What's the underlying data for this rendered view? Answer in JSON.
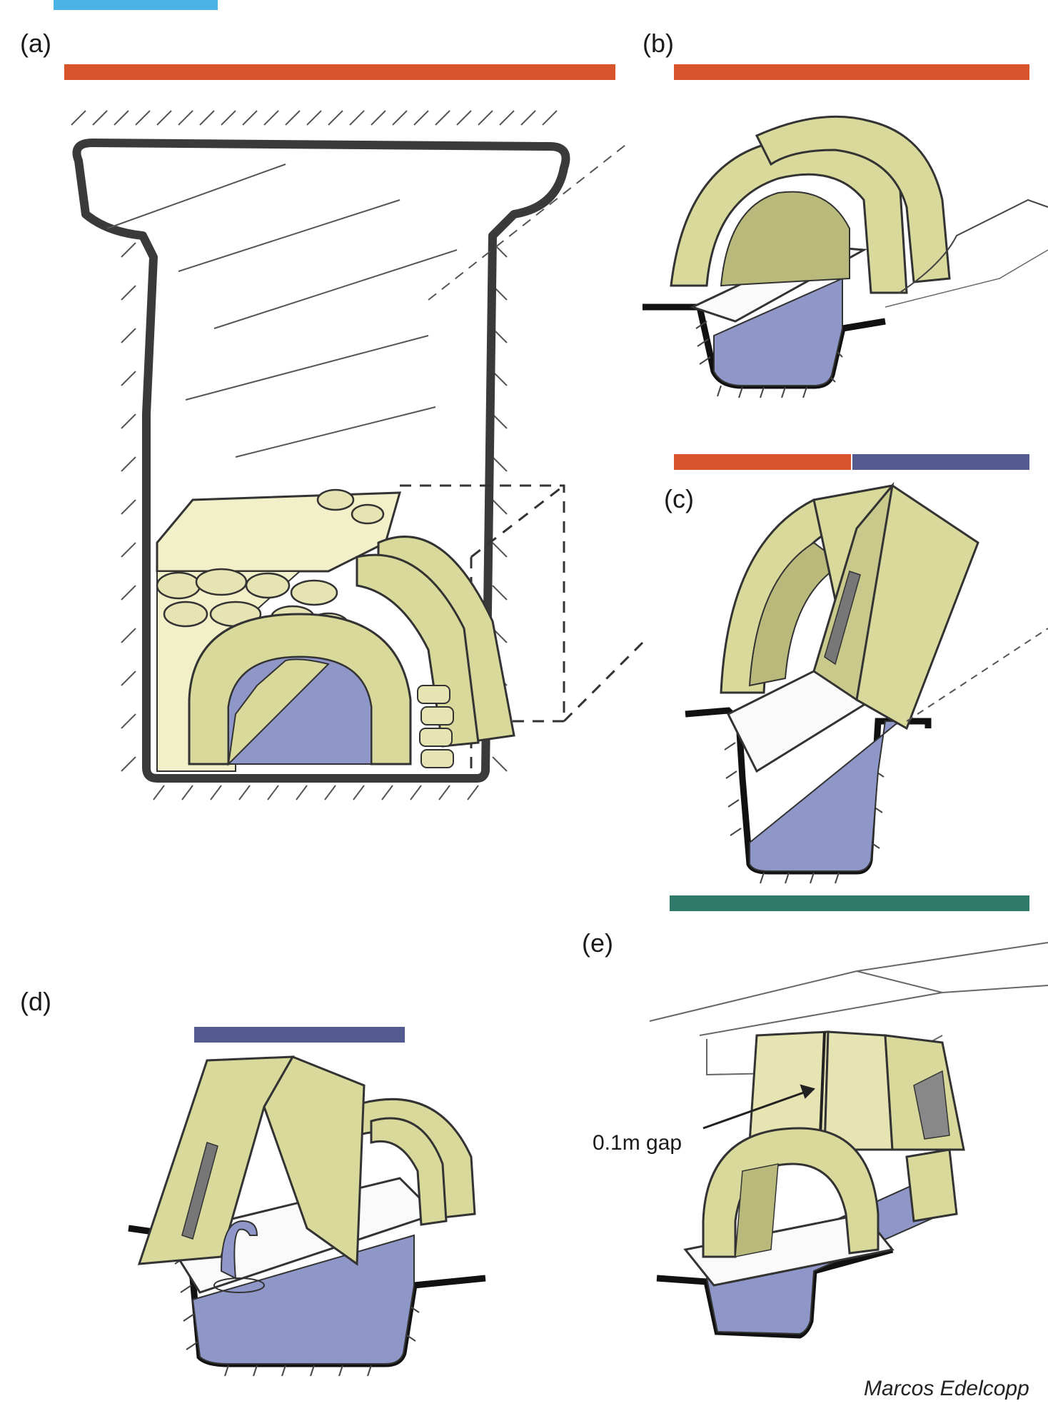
{
  "panels": {
    "a": {
      "label": "(a)"
    },
    "b": {
      "label": "(b)"
    },
    "c": {
      "label": "(c)"
    },
    "d": {
      "label": "(d)"
    },
    "e": {
      "label": "(e)"
    }
  },
  "annotations": {
    "gap": "0.1m gap"
  },
  "credit": "Marcos Edelcopp",
  "colors": {
    "orange_bar": "#d9542c",
    "purple_bar": "#525a8f",
    "green_bar": "#2f7a68",
    "stone": "#d8d99a",
    "stone_light": "#eeedb8",
    "water": "#8e97c8",
    "outline": "#3a3a3a",
    "corner_tab": "#4bb3e6"
  }
}
